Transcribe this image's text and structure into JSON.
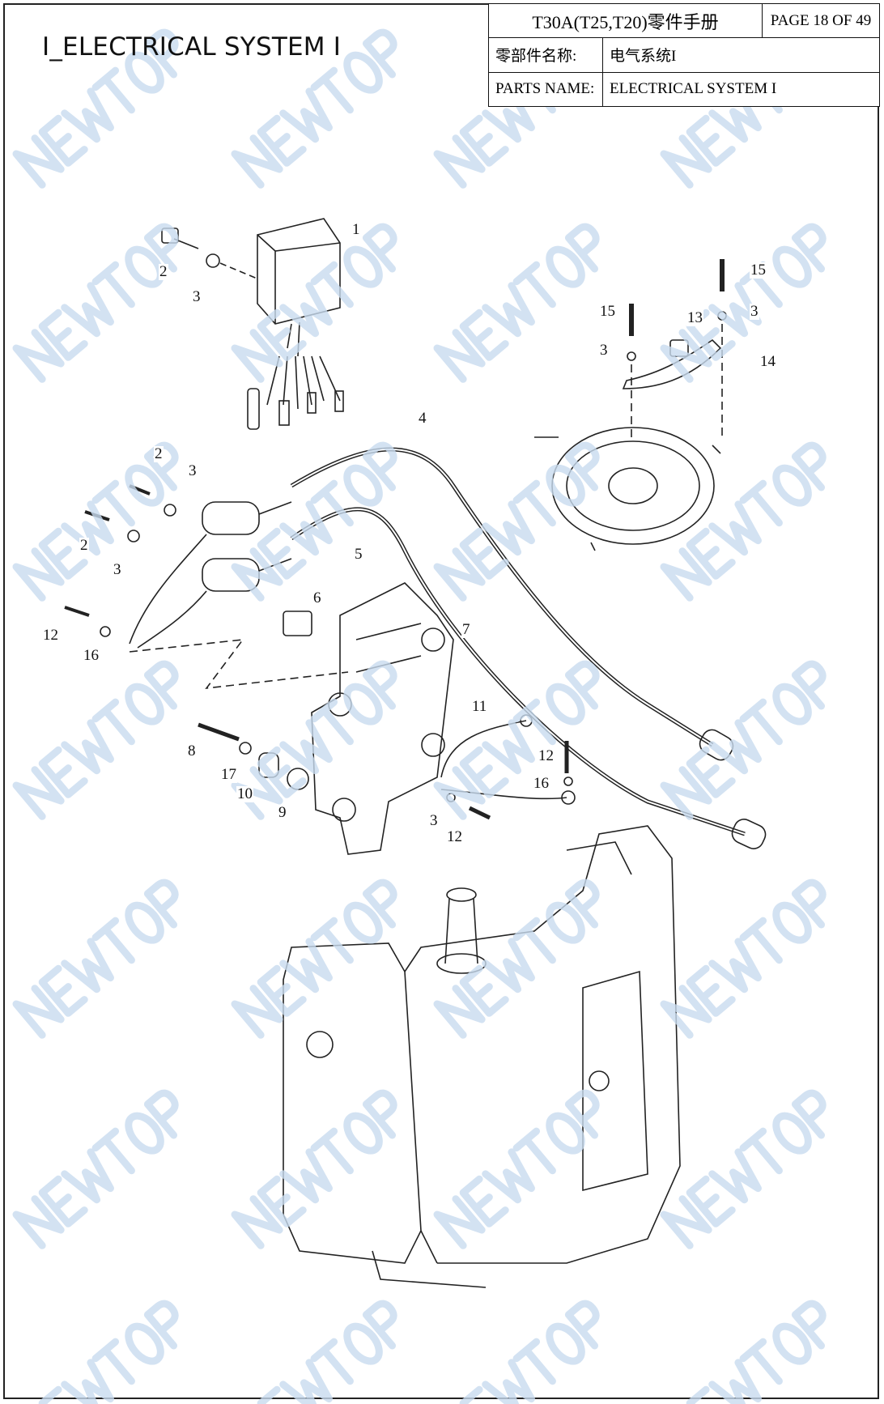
{
  "page_title": "I_ELECTRICAL SYSTEM I",
  "header": {
    "manual_title": "T30A(T25,T20)零件手册",
    "page": "PAGE 18 OF 49",
    "cn_name_label": "零部件名称:",
    "cn_name_value": "电气系统I",
    "en_name_label": "PARTS NAME:",
    "en_name_value": "ELECTRICAL SYSTEM I"
  },
  "watermark": "NEWTOP",
  "callouts": [
    "1",
    "2",
    "3",
    "15",
    "15",
    "3",
    "13",
    "3",
    "14",
    "4",
    "2",
    "3",
    "2",
    "3",
    "5",
    "6",
    "7",
    "12",
    "16",
    "11",
    "8",
    "12",
    "17",
    "16",
    "10",
    "9",
    "3",
    "12"
  ]
}
